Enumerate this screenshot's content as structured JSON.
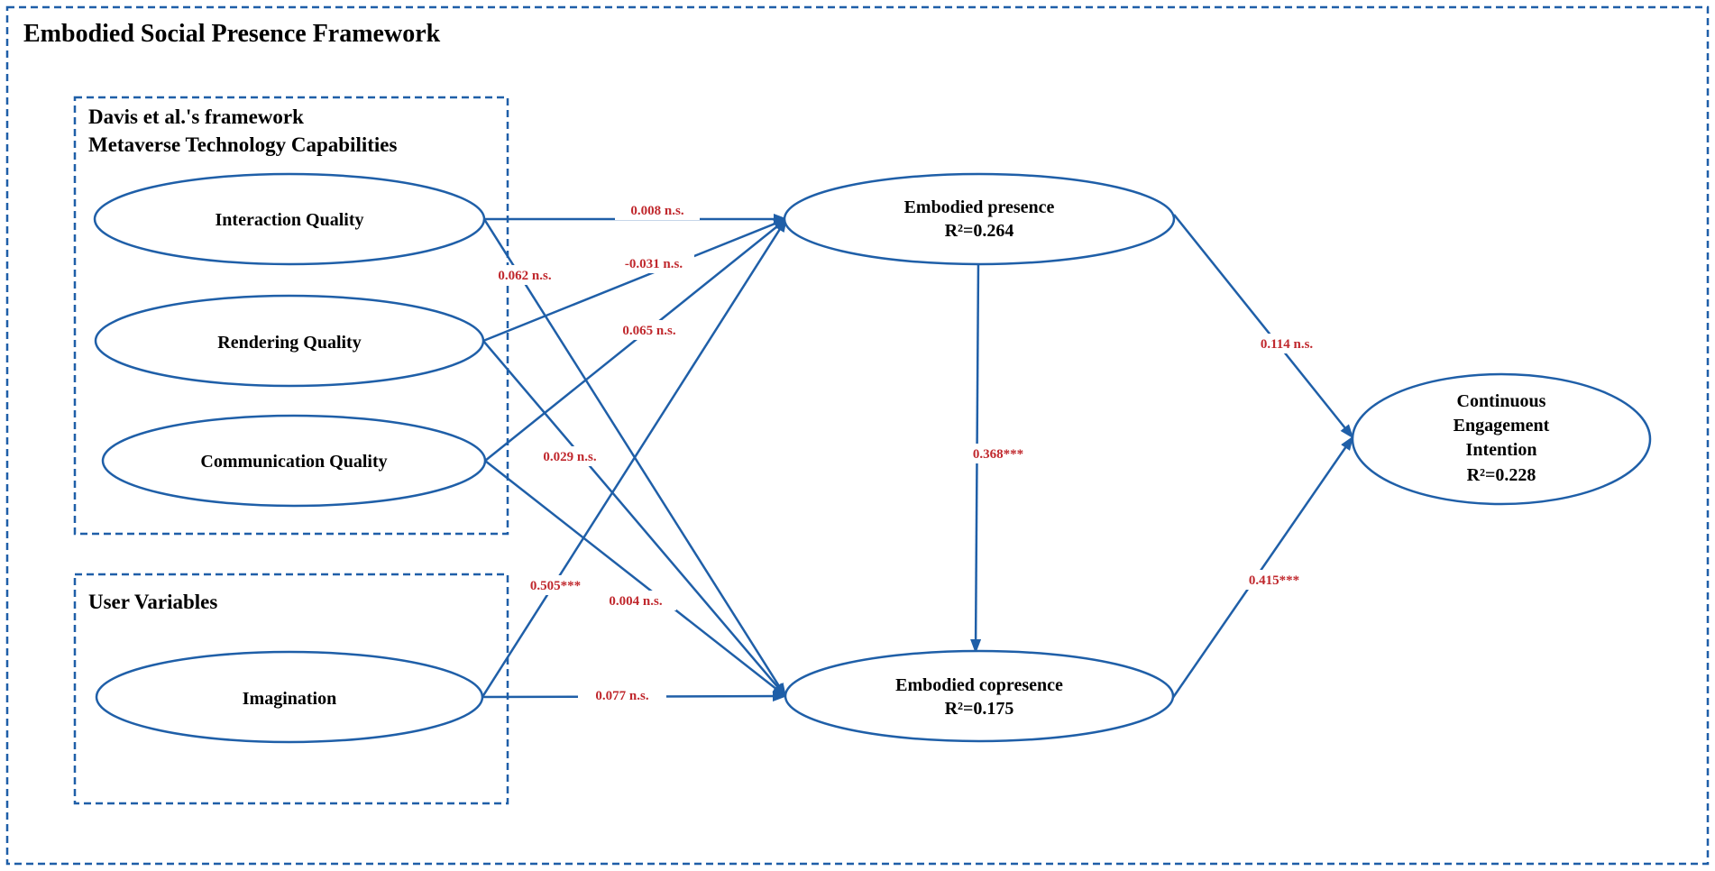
{
  "title": "Embodied Social Presence Framework",
  "groups": {
    "metaverse": {
      "line1": "Davis et al.'s framework",
      "line2": "Metaverse Technology Capabilities"
    },
    "user": {
      "label": "User Variables"
    }
  },
  "nodes": {
    "interaction_quality": {
      "label": "Interaction Quality"
    },
    "rendering_quality": {
      "label": "Rendering Quality"
    },
    "communication_quality": {
      "label": "Communication Quality"
    },
    "imagination": {
      "label": "Imagination"
    },
    "embodied_presence": {
      "label": "Embodied presence",
      "r2": "R²=0.264"
    },
    "embodied_copresence": {
      "label": "Embodied copresence",
      "r2": "R²=0.175"
    },
    "continuous_engagement": {
      "line1": "Continuous",
      "line2": "Engagement",
      "line3": "Intention",
      "r2": "R²=0.228"
    }
  },
  "paths": [
    {
      "from": "Interaction Quality",
      "to": "Embodied presence",
      "coefficient": "0.008 n.s."
    },
    {
      "from": "Interaction Quality",
      "to": "Embodied copresence",
      "coefficient": "0.062 n.s."
    },
    {
      "from": "Rendering Quality",
      "to": "Embodied presence",
      "coefficient": "-0.031 n.s."
    },
    {
      "from": "Rendering Quality",
      "to": "Embodied copresence",
      "coefficient": "0.029 n.s."
    },
    {
      "from": "Communication Quality",
      "to": "Embodied presence",
      "coefficient": "0.065 n.s."
    },
    {
      "from": "Communication Quality",
      "to": "Embodied copresence",
      "coefficient": "0.004 n.s."
    },
    {
      "from": "Imagination",
      "to": "Embodied presence",
      "coefficient": "0.505***"
    },
    {
      "from": "Imagination",
      "to": "Embodied copresence",
      "coefficient": "0.077 n.s."
    },
    {
      "from": "Embodied presence",
      "to": "Embodied copresence",
      "coefficient": "0.368***"
    },
    {
      "from": "Embodied presence",
      "to": "Continuous Engagement Intention",
      "coefficient": "0.114 n.s."
    },
    {
      "from": "Embodied copresence",
      "to": "Continuous Engagement Intention",
      "coefficient": "0.415***"
    }
  ],
  "colors": {
    "line": "#1f5fa8",
    "coefficient": "#c0282d",
    "text": "#000000",
    "background": "#ffffff"
  }
}
